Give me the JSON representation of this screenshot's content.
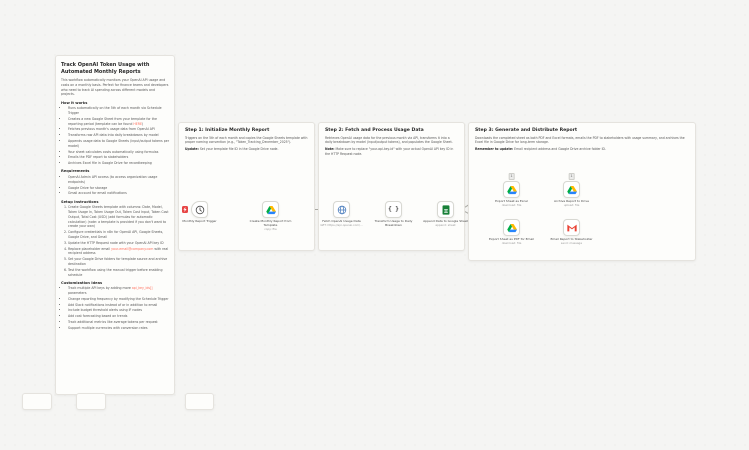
{
  "colors": {
    "accent_link": "#ff6d5a",
    "canvas_bg": "#f5f5f3",
    "note_bg": "#fdfdfb",
    "drive_green": "#00AC47",
    "drive_blue": "#2684FC",
    "drive_yellow": "#FFBA00",
    "sheets_green": "#188038",
    "gmail_red": "#EA4335",
    "http_blue": "#4a7dbd",
    "trigger_indicator_red": "#e74545"
  },
  "doc_note": {
    "title": "Track OpenAI Token Usage with Automated Monthly Reports",
    "intro": "This workflow automatically monitors your OpenAI API usage and costs on a monthly basis. Perfect for finance teams and developers who need to track AI spending across different models and projects.",
    "sections": [
      {
        "heading": "How it works",
        "items": [
          "Runs automatically on the 5th of each month via Schedule Trigger",
          {
            "pre": "Creates a new Google Sheet from your template for the reporting period (template can be found ",
            "link": "HERE",
            "post": ")"
          },
          "Fetches previous month's usage data from OpenAI API",
          "Transforms raw API data into daily breakdowns by model",
          "Appends usage data to Google Sheets (input/output tokens per model)",
          "Your sheet calculates costs automatically using formulas",
          "Emails the PDF report to stakeholders",
          "Archives Excel file in Google Drive for recordkeeping"
        ]
      },
      {
        "heading": "Requirements",
        "items": [
          "OpenAI Admin API access (to access organization usage endpoints)",
          "Google Drive for storage",
          "Gmail account for email notifications"
        ]
      },
      {
        "heading": "Setup Instructions",
        "items": [
          "Create Google Sheets template with columns: Date, Model, Token Usage In, Token Usage Out, Token Cost Input, Token Cost Output, Total Cost (USD) (add formulas for automatic calculation) (note: a template is provided if you don't want to create your own)",
          "Configure credentials in n8n for OpenAI API, Google Sheets, Google Drive, and Gmail",
          "Update the HTTP Request node with your OpenAI API key ID",
          {
            "pre": "Replace placeholder email ",
            "link": "your-email@company.com",
            "post": " with real recipient address"
          },
          "Set your Google Drive folders for template source and archive destination",
          "Test the workflow using the manual trigger before enabling schedule"
        ]
      },
      {
        "heading": "Customization Ideas",
        "items": [
          {
            "pre": "Track multiple API keys by adding more ",
            "link": "api_key_ids[]",
            "post": " parameters"
          },
          "Change reporting frequency by modifying the Schedule Trigger",
          "Add Slack notifications instead of or in addition to email",
          "Include budget threshold alerts using IF nodes",
          "Add cost forecasting based on trends",
          "Track additional metrics like average tokens per request",
          "Support multiple currencies with conversion rates"
        ]
      }
    ]
  },
  "steps": [
    {
      "title": "Step 1: Initialize Monthly Report",
      "body": "Triggers on the 5th of each month and copies the Google Sheets template with proper naming convention (e.g., \"Token_Tracking_December_2025\").",
      "note_label": "Update:",
      "note": " Set your template file ID in the Google Drive node."
    },
    {
      "title": "Step 2: Fetch and Process Usage Data",
      "body": "Retrieves OpenAI usage data for the previous month via API, transforms it into a daily breakdown by model (input/output tokens), and populates the Google Sheet.",
      "note_label": "Note:",
      "note": " Make sure to replace \"your-api-key-id\" with your actual OpenAI API key ID in the HTTP Request node."
    },
    {
      "title": "Step 3: Generate and Distribute Report",
      "body": "Downloads the completed sheet as both PDF and Excel formats, emails the PDF to stakeholders with usage summary, and archives the Excel file in Google Drive for long-term storage.",
      "note_label": "Remember to update:",
      "note": " Email recipient address and Google Drive archive folder ID."
    }
  ],
  "nodes": [
    {
      "label": "Monthly Report Trigger",
      "sublabel": "",
      "icon": "clock"
    },
    {
      "label": "Create Monthly Report from Template",
      "sublabel": "copy: file",
      "icon": "google-drive"
    },
    {
      "label": "Fetch OpenAI Usage Data",
      "sublabel": "GET: https://api.openai.com/...",
      "icon": "globe"
    },
    {
      "label": "Transform Usage to Daily Breakdown",
      "sublabel": "",
      "icon": "code-braces"
    },
    {
      "label": "Append Data to Google Sheet",
      "sublabel": "append: sheet",
      "icon": "google-sheets"
    },
    {
      "label": "Export Sheet as Excel",
      "sublabel": "download: file",
      "icon": "google-drive",
      "badge": "1"
    },
    {
      "label": "Archive Report to Drive",
      "sublabel": "upload: file",
      "icon": "google-drive",
      "badge": "1"
    },
    {
      "label": "Export Sheet as PDF for Email",
      "sublabel": "download: file",
      "icon": "google-drive"
    },
    {
      "label": "Email Report to Stakeholder",
      "sublabel": "send: message",
      "icon": "gmail"
    }
  ]
}
